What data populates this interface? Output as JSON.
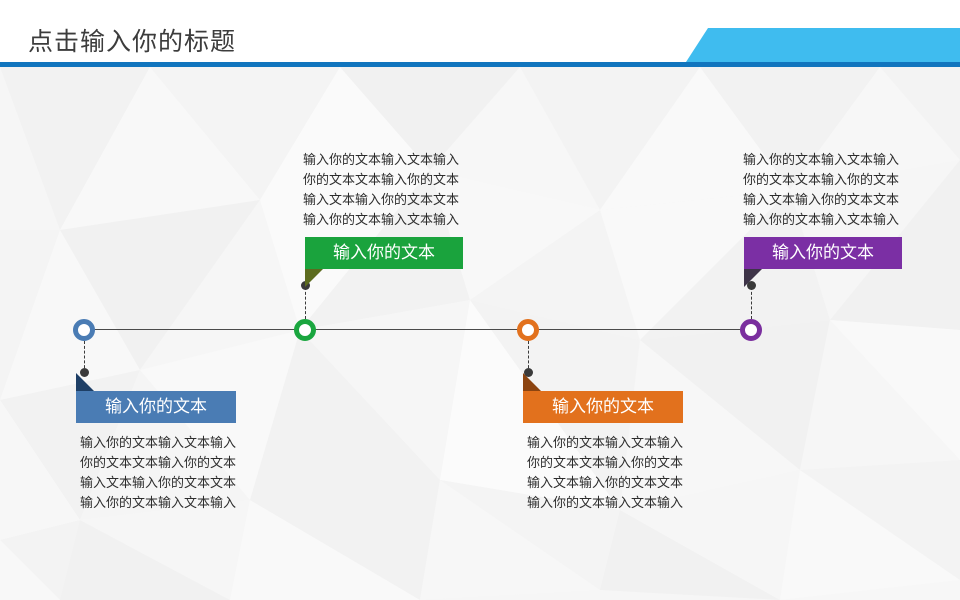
{
  "header": {
    "title": "点击输入你的标题",
    "accent_color": "#3FBCEF",
    "rule_color": "#1175BE",
    "title_color": "#3c3c3c"
  },
  "timeline": {
    "axis_color": "#4a4a4a",
    "nodes": [
      {
        "id": "node-1",
        "color": "#4A7CB4",
        "position": "top-left-axis"
      },
      {
        "id": "node-2",
        "color": "#1AA63F",
        "position": "mid-left-axis"
      },
      {
        "id": "node-3",
        "color": "#E2711D",
        "position": "mid-right-axis"
      },
      {
        "id": "node-4",
        "color": "#7A2E9E",
        "position": "far-right-axis"
      }
    ]
  },
  "items": [
    {
      "id": "item-green",
      "chip_label": "输入你的文本",
      "chip_color": "#1AA33D",
      "tail_color": "#5C6B1E",
      "side": "above",
      "paragraph": [
        "输入你的文本输入文本输入",
        "你的文本文本输入你的文本",
        "输入文本输入你的文本文本",
        "输入你的文本输入文本输入"
      ]
    },
    {
      "id": "item-purple",
      "chip_label": "输入你的文本",
      "chip_color": "#7B2FA4",
      "tail_color": "#3E3448",
      "side": "above",
      "paragraph": [
        "输入你的文本输入文本输入",
        "你的文本文本输入你的文本",
        "输入文本输入你的文本文本",
        "输入你的文本输入文本输入"
      ]
    },
    {
      "id": "item-blue",
      "chip_label": "输入你的文本",
      "chip_color": "#4A7CB4",
      "tail_color": "#1E3F66",
      "side": "below",
      "paragraph": [
        "输入你的文本输入文本输入",
        "你的文本文本输入你的文本",
        "输入文本输入你的文本文本",
        "输入你的文本输入文本输入"
      ]
    },
    {
      "id": "item-orange",
      "chip_label": "输入你的文本",
      "chip_color": "#E2711D",
      "tail_color": "#8C4410",
      "side": "below",
      "paragraph": [
        "输入你的文本输入文本输入",
        "你的文本文本输入你的文本",
        "输入文本输入你的文本文本",
        "输入你的文本输入文本输入"
      ]
    }
  ]
}
